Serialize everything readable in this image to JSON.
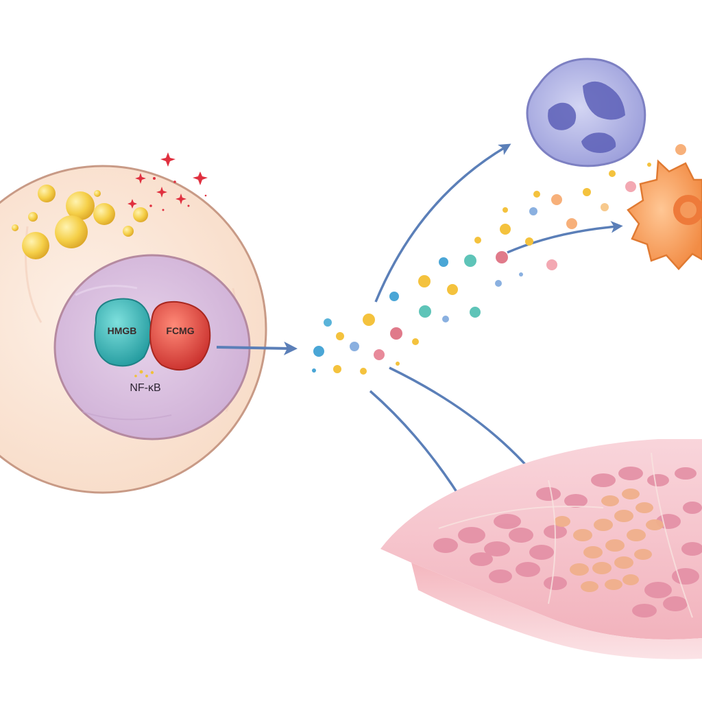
{
  "labels": {
    "protein_left": "HMGB",
    "protein_right": "FCMG",
    "complex": "NF-κB"
  },
  "colors": {
    "background": "#ffffff",
    "cell_fill": "#fbe3d2",
    "cell_border": "#c89a86",
    "nucleus_fill": "#dcc2e2",
    "nucleus_border": "#b58aa0",
    "lipid": "#f5cf48",
    "protein_teal": "#3bb7b9",
    "protein_red": "#e34a43",
    "arrow": "#5b7fb8",
    "immune_cell_blue": "#a9abe0",
    "immune_cell_orange": "#f6a05c",
    "tissue": "#ef9fab"
  }
}
